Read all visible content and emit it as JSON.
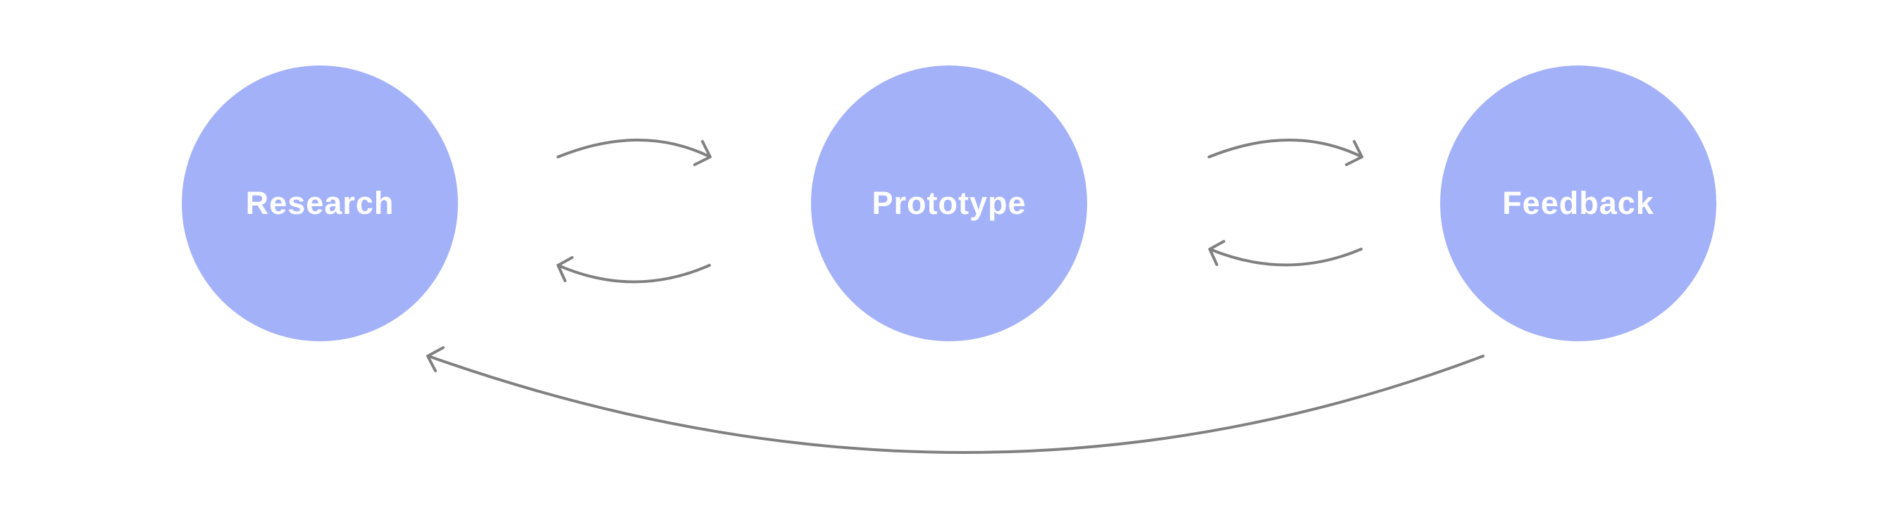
{
  "colors": {
    "node_fill": "#a3b1f8",
    "node_text": "#ffffff",
    "edge": "#808080",
    "background": "#ffffff"
  },
  "nodes": [
    {
      "id": "research",
      "label": "Research"
    },
    {
      "id": "prototype",
      "label": "Prototype"
    },
    {
      "id": "feedback",
      "label": "Feedback"
    }
  ],
  "edges": [
    {
      "from": "research",
      "to": "prototype"
    },
    {
      "from": "prototype",
      "to": "research"
    },
    {
      "from": "prototype",
      "to": "feedback"
    },
    {
      "from": "feedback",
      "to": "prototype"
    },
    {
      "from": "feedback",
      "to": "research"
    }
  ]
}
